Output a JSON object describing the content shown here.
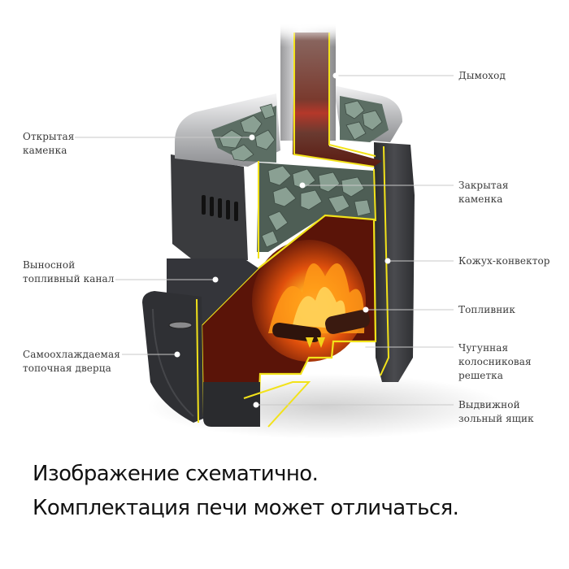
{
  "diagram": {
    "subject": "sauna stove cutaway",
    "colors": {
      "outline": "#f2e21a",
      "body": "#3c3d40",
      "body_dark": "#26272a",
      "chrome": "#c9cacc",
      "stones": "#6f8478",
      "chamber": "#5a1408",
      "flame": "#ff8a10",
      "leader_line": "#c8c8c8"
    },
    "labels_left": [
      {
        "id": "open-stones",
        "lines": [
          "Открытая",
          "каменка"
        ]
      },
      {
        "id": "remote-fuel-channel",
        "lines": [
          "Выносной",
          "топливный канал"
        ]
      },
      {
        "id": "self-cooling-door",
        "lines": [
          "Самоохлаждаемая",
          "топочная дверца"
        ]
      }
    ],
    "labels_right": [
      {
        "id": "chimney",
        "lines": [
          "Дымоход"
        ]
      },
      {
        "id": "closed-stones",
        "lines": [
          "Закрытая",
          "каменка"
        ]
      },
      {
        "id": "convector-casing",
        "lines": [
          "Кожух-конвектор"
        ]
      },
      {
        "id": "firebox",
        "lines": [
          "Топливник"
        ]
      },
      {
        "id": "cast-iron-grate",
        "lines": [
          "Чугунная",
          "колосниковая",
          "решетка"
        ]
      },
      {
        "id": "ash-drawer",
        "lines": [
          "Выдвижной",
          "зольный ящик"
        ]
      }
    ]
  },
  "caption": {
    "line1": "Изображение схематично.",
    "line2": "Комплектация печи может отличаться."
  }
}
